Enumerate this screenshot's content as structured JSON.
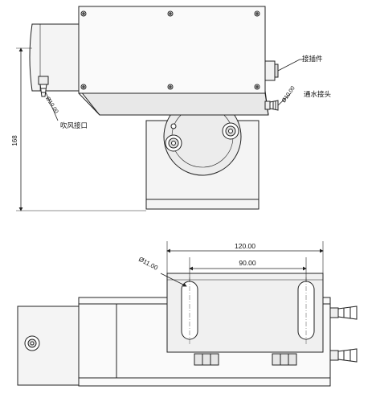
{
  "top_view": {
    "overall_height_dim": "168",
    "connector_label": "接插件",
    "water_joint_label": "通水接头",
    "air_port_label": "吹风接口",
    "water_joint_dia": "Ø10.00",
    "air_port_dia": "Ø10.00"
  },
  "bottom_view": {
    "width_overall_dim": "120.00",
    "slot_spacing_dim": "90.00",
    "slot_dia": "Ø11.00"
  },
  "colors": {
    "line": "#222222",
    "fill_light": "#f7f7f7",
    "fill_mid": "#e6e6e6",
    "fill_dark": "#cfcfcf"
  }
}
